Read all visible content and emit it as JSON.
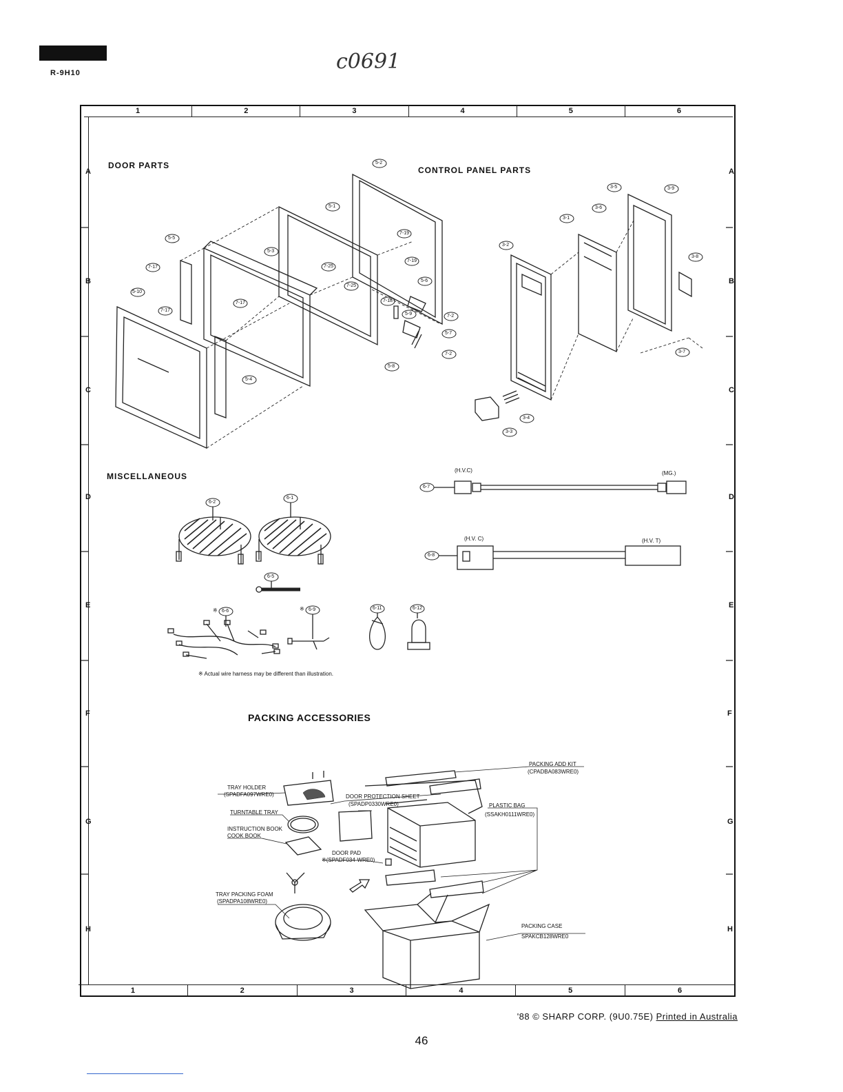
{
  "header": {
    "model": "R-9H10",
    "handwritten_code": "c0691"
  },
  "grid": {
    "columns": [
      "1",
      "2",
      "3",
      "4",
      "5",
      "6"
    ],
    "rows": [
      "A",
      "B",
      "C",
      "D",
      "E",
      "F",
      "G",
      "H"
    ]
  },
  "sections": {
    "door_parts": "DOOR PARTS",
    "control_panel_parts": "CONTROL PANEL PARTS",
    "miscellaneous": "MISCELLANEOUS",
    "packing_accessories": "PACKING ACCESSORIES"
  },
  "door_callouts": [
    "5-2",
    "5-1",
    "5-5",
    "5-3",
    "7-19",
    "7-17",
    "7-25",
    "7-19",
    "5-10",
    "7-25",
    "5-6",
    "7-17",
    "7-17",
    "7-18",
    "5-9",
    "7-2",
    "5-7",
    "7-2",
    "5-8",
    "5-4"
  ],
  "control_callouts": [
    "3-5",
    "3-9",
    "3-6",
    "3-1",
    "3-2",
    "3-8",
    "3-7",
    "3-4",
    "3-3"
  ],
  "misc": {
    "callouts": [
      "6-2",
      "6-1",
      "6-5",
      "6-6",
      "6-9",
      "6-11",
      "6-12",
      "6-7",
      "6-8"
    ],
    "harness_mark_a": "※",
    "harness_mark_b": "※",
    "cable1_left": "(H.V.C)",
    "cable1_right": "(MG.)",
    "cable2_left": "(H.V. C)",
    "cable2_right": "(H.V. T)",
    "note": "※ Actual wire harness may be different than illustration."
  },
  "packing": {
    "packing_add_kit": "PACKING ADD KIT",
    "packing_add_kit_code": "(CPADBA083WRE0)",
    "tray_holder": "TRAY HOLDER",
    "tray_holder_code": "(SPADFA097WRE0)",
    "door_protection_sheet": "DOOR PROTECTION SHEET",
    "door_protection_sheet_code": "(SPADP0330WRE0)",
    "plastic_bag": "PLASTIC BAG",
    "plastic_bag_code": "(SSAKH0111WRE0)",
    "turntable_tray": "TURNTABLE TRAY",
    "instruction_book": "INSTRUCTION BOOK",
    "cook_book": "COOK BOOK",
    "door_pad": "DOOR PAD",
    "door_pad_code": "※(SPADF034-WRE0)",
    "tray_packing_foam": "TRAY PACKING FOAM",
    "tray_packing_foam_code": "(SPADPA108WRE0)",
    "packing_case": "PACKING CASE",
    "packing_case_code": "SPAKCB128WRE0"
  },
  "footer": {
    "copyright": "'88 © SHARP CORP. (9U0.75E)",
    "printed": "Printed in Australia",
    "page_number": "46"
  }
}
